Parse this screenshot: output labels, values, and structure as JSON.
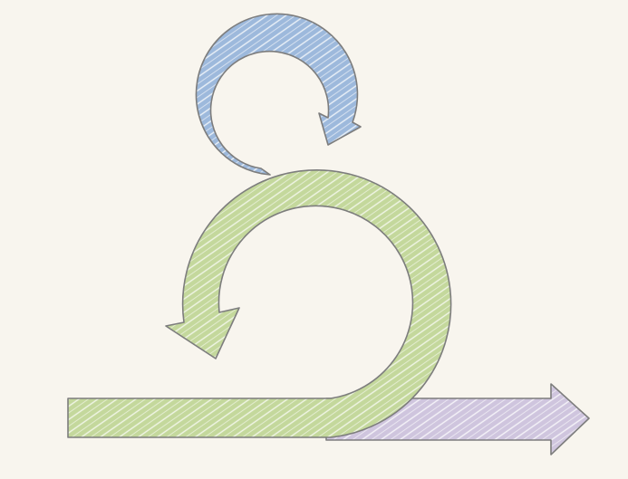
{
  "colors": {
    "background": "#f8f5ee",
    "outline": "#7d7d7d",
    "blue_loop": "#9db9dc",
    "green_loop": "#c4d89c",
    "purple_arrow": "#cfc5de",
    "sketch_highlight": "#ffffff"
  },
  "shapes": {
    "small_loop_arrow": "blue-circular-arrow",
    "large_loop_arrow": "green-circular-arrow",
    "forward_arrow": "purple-straight-arrow"
  }
}
